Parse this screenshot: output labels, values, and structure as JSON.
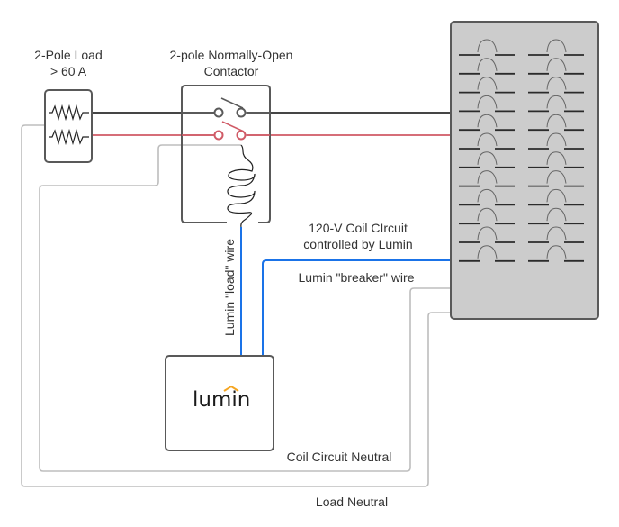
{
  "title": "Lumin controlled 2-pole contactor wiring diagram",
  "labels": {
    "load_line1": "2-Pole Load",
    "load_line2": "> 60 A",
    "contactor_line1": "2-pole Normally-Open",
    "contactor_line2": "Contactor",
    "coil_circuit_line1": "120-V Coil CIrcuit",
    "coil_circuit_line2": "controlled by Lumin",
    "breaker_wire": "Lumin \"breaker\" wire",
    "load_wire": "Lumin \"load\" wire",
    "coil_neutral": "Coil Circuit Neutral",
    "load_neutral": "Load Neutral"
  },
  "lumin_device": {
    "logo_text": "lumin"
  },
  "breaker_panel": {
    "columns": 2,
    "rows": 12
  },
  "colors": {
    "hot_line_1": "#222222",
    "hot_line_2": "#d05a66",
    "lumin_wire": "#1a73e8",
    "neutral_wire": "#bdbdbd",
    "panel_fill": "#cccccc",
    "box_stroke": "#595959",
    "logo_accent": "#f5a623"
  }
}
